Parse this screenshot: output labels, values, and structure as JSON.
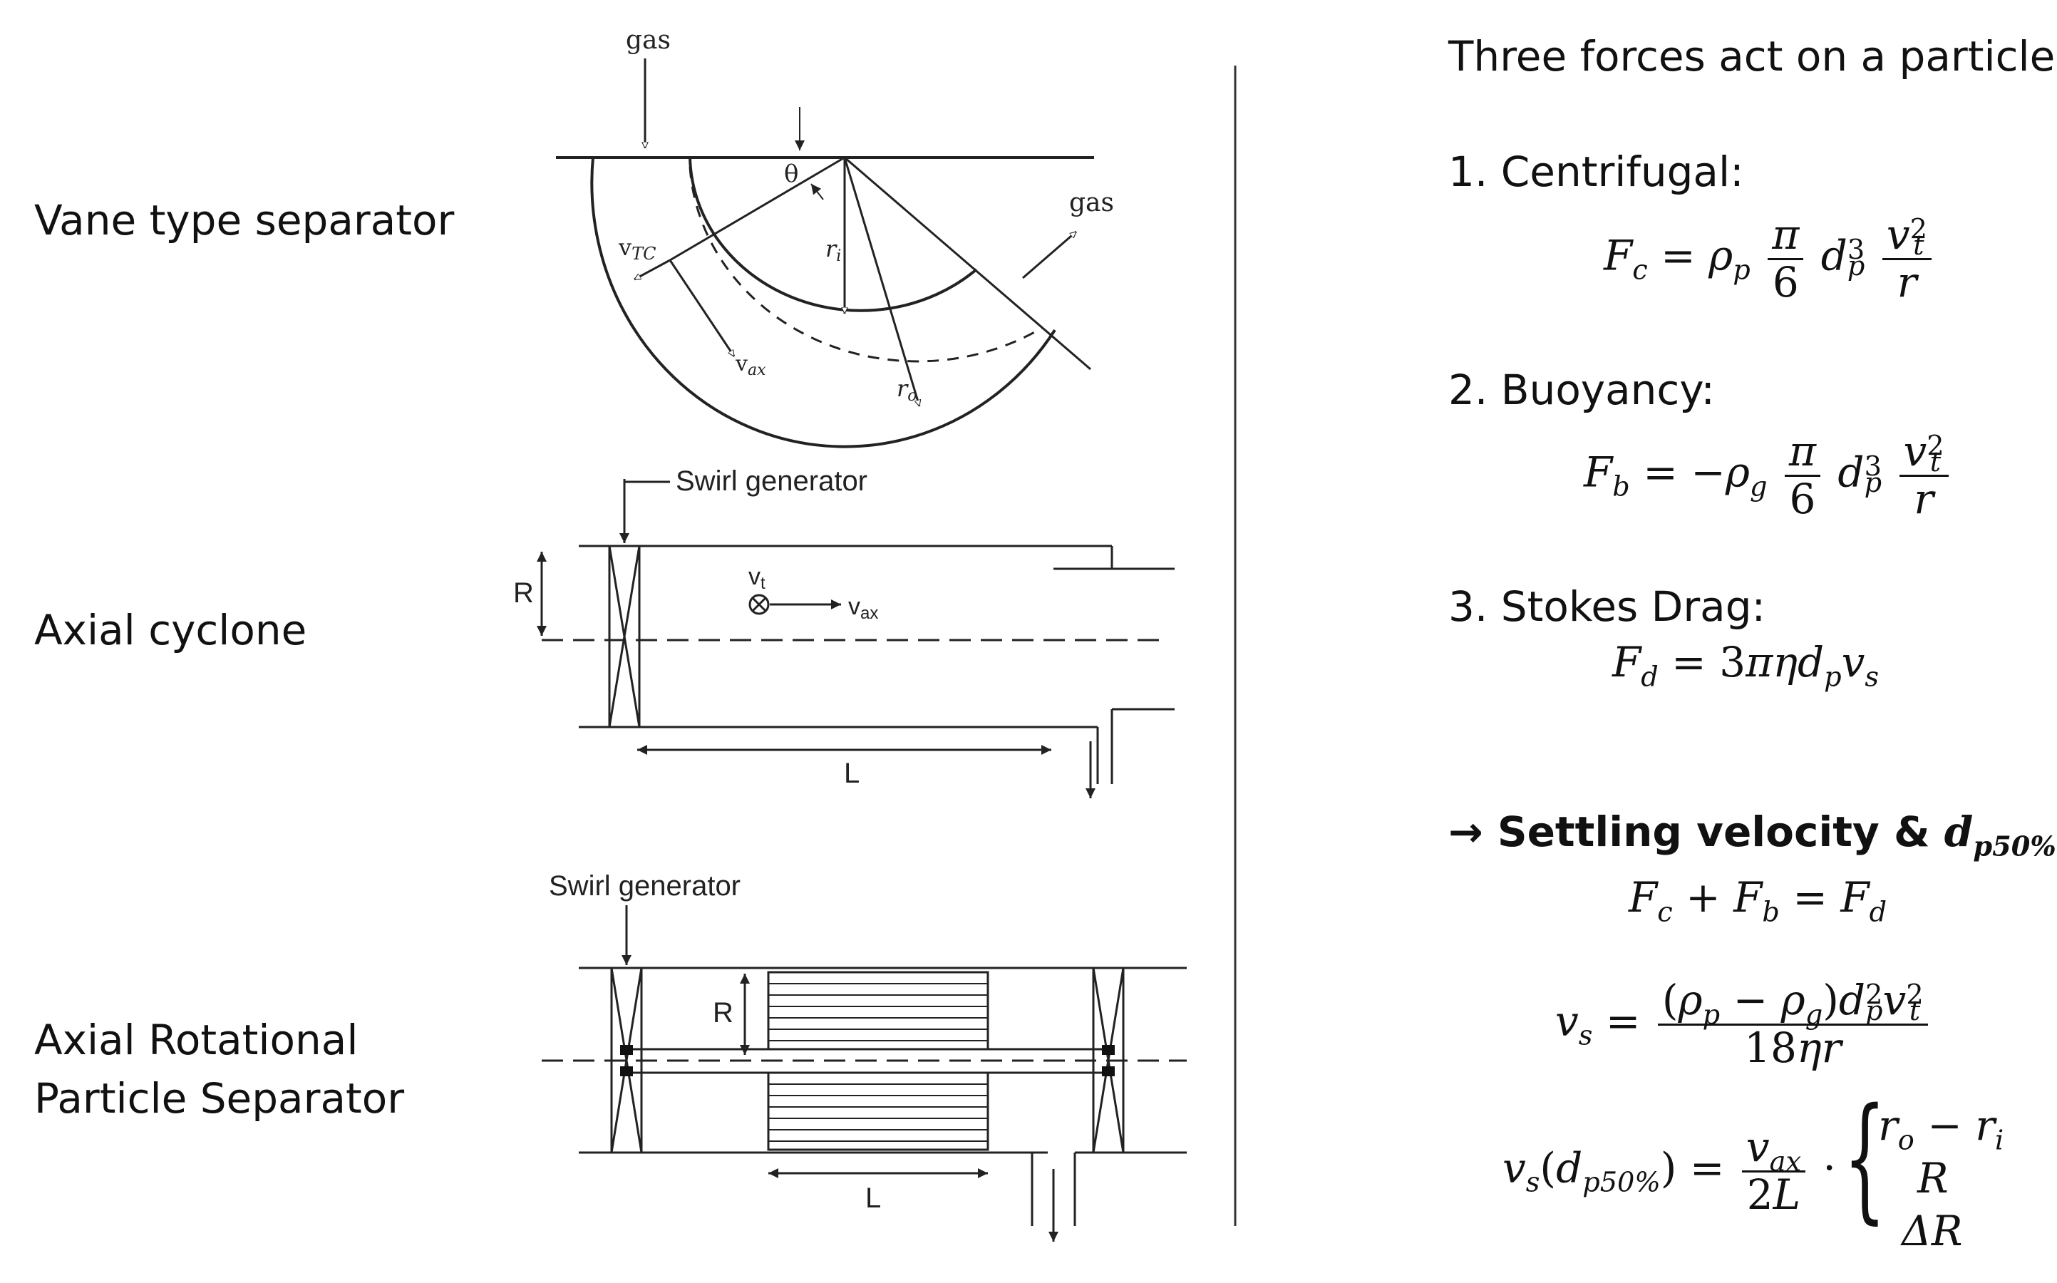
{
  "left_labels": {
    "vane": "Vane type separator",
    "axial_cyclone": "Axial cyclone",
    "arps_line1": "Axial Rotational",
    "arps_line2": "Particle Separator"
  },
  "diagram_vane": {
    "gas_in": "gas",
    "gas_out": "gas",
    "theta": "θ",
    "v_tc": "v",
    "v_tc_sub": "TC",
    "v_ax": "v",
    "v_ax_sub": "ax",
    "r_i": "r",
    "r_i_sub": "i",
    "r_o": "r",
    "r_o_sub": "o"
  },
  "diagram_axial": {
    "swirl": "Swirl generator",
    "R": "R",
    "L": "L",
    "vt": "v",
    "vt_sub": "t",
    "vax": "v",
    "vax_sub": "ax"
  },
  "diagram_arps": {
    "swirl": "Swirl generator",
    "R": "R",
    "L": "L"
  },
  "forces": {
    "title": "Three forces act on a particle:",
    "item1": "1. Centrifugal:",
    "item2": "2. Buoyancy:",
    "item3": "3. Stokes Drag:",
    "settling_arrow": "→",
    "settling_text": "Settling velocity &",
    "settling_d": "d",
    "settling_sub": "p50%"
  },
  "equations": {
    "fc_lhs": "F",
    "fc_lhs_sub": "c",
    "fb_lhs": "F",
    "fb_lhs_sub": "b",
    "fd": "F",
    "fd_sub": "d",
    "balance": "F",
    "vs": "v",
    "vs_sub": "s",
    "case1": "r",
    "case2": "R",
    "case3": "ΔR"
  }
}
